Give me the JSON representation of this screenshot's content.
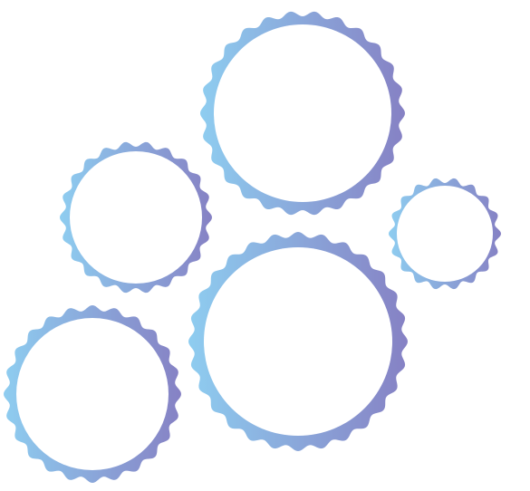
{
  "colors": {
    "background": "#ffffff",
    "gradient_start": "#8ecdf0",
    "gradient_end": "#8681c4",
    "inner_fill": "#ffffff"
  },
  "frames": [
    {
      "name": "badge-frame-top-center"
    },
    {
      "name": "badge-frame-middle-left"
    },
    {
      "name": "badge-frame-right-small"
    },
    {
      "name": "badge-frame-bottom-center"
    },
    {
      "name": "badge-frame-bottom-left"
    }
  ]
}
